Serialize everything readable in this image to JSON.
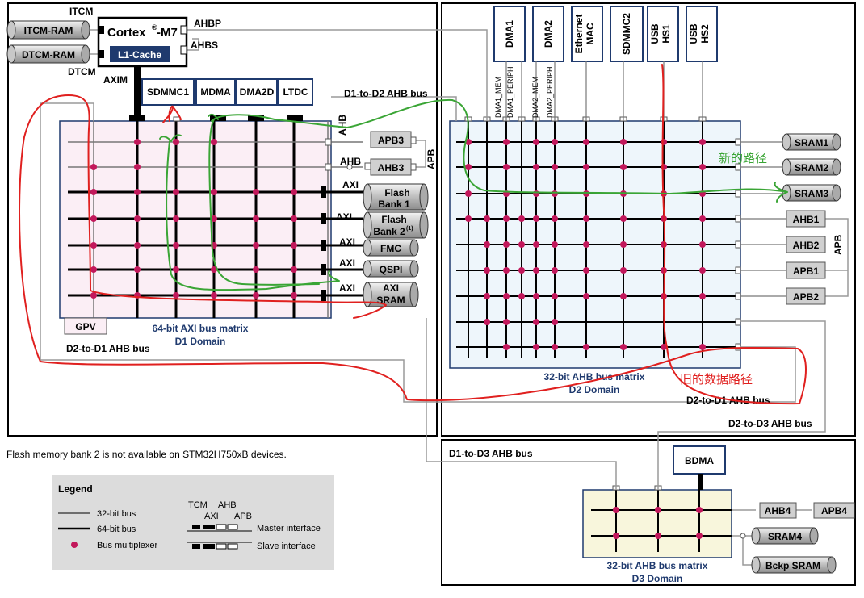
{
  "core": {
    "cpu": "Cortex",
    "cpu_sup": "®",
    "cpu_model": "-M7",
    "cache": "L1-Cache"
  },
  "core_ports": {
    "itcm": "ITCM",
    "dtcm": "DTCM",
    "axim": "AXIM",
    "ahbp": "AHBP",
    "ahbs": "AHBS"
  },
  "tcm_memories": {
    "itcm_ram": "ITCM-RAM",
    "dtcm_ram": "DTCM-RAM"
  },
  "d1_masters": [
    "SDMMC1",
    "MDMA",
    "DMA2D",
    "LTDC"
  ],
  "d1_ports": {
    "ahb_v": "AHB",
    "ahb": "AHB",
    "axi": "AXI",
    "apb_v": "APB"
  },
  "d1_slaves": {
    "apb3": "APB3",
    "ahb3": "AHB3",
    "flash1_a": "Flash",
    "flash1_b": "Bank 1",
    "flash2_a": "Flash",
    "flash2_b": "Bank 2",
    "flash2_note": "(1)",
    "fmc": "FMC",
    "qspi": "QSPI",
    "axi_sram_a": "AXI",
    "axi_sram_b": "SRAM"
  },
  "d1_matrix": {
    "gpv": "GPV",
    "title": "64-bit AXI bus matrix",
    "domain": "D1 Domain"
  },
  "d2_masters": [
    {
      "l1": "DMA1",
      "l2": ""
    },
    {
      "l1": "DMA2",
      "l2": ""
    },
    {
      "l1": "Ethernet",
      "l2": "MAC"
    },
    {
      "l1": "SDMMC2",
      "l2": ""
    },
    {
      "l1": "USB",
      "l2": "HS1"
    },
    {
      "l1": "USB",
      "l2": "HS2"
    }
  ],
  "d2_master_ports": [
    "DMA1_MEM",
    "DMA1_PERIPH",
    "DMA2_MEM",
    "DMA2_PERIPH"
  ],
  "d2_slaves": [
    "SRAM1",
    "SRAM2",
    "SRAM3",
    "AHB1",
    "AHB2",
    "APB1",
    "APB2"
  ],
  "d2_apb_v": "APB",
  "d2_matrix": {
    "title": "32-bit AHB bus matrix",
    "domain": "D2 Domain"
  },
  "d3": {
    "master": "BDMA",
    "ahb4": "AHB4",
    "apb4": "APB4",
    "sram4": "SRAM4",
    "bckp": "Bckp SRAM",
    "title": "32-bit AHB bus matrix",
    "domain": "D3 Domain"
  },
  "buses": {
    "d1_to_d2": "D1-to-D2 AHB bus",
    "d2_to_d1_left": "D2-to-D1 AHB bus",
    "d2_to_d1_right": "D2-to-D1 AHB bus",
    "d2_to_d3": "D2-to-D3 AHB bus",
    "d1_to_d3": "D1-to-D3 AHB bus"
  },
  "footnote": "Flash memory bank 2 is not available on STM32H750xB devices.",
  "legend": {
    "title": "Legend",
    "bus32": "32-bit bus",
    "bus64": "64-bit bus",
    "mux": "Bus multiplexer",
    "tcm": "TCM",
    "ahb": "AHB",
    "axi": "AXI",
    "apb": "APB",
    "master": "Master interface",
    "slave": "Slave interface"
  },
  "annotations": {
    "new_path": "新的路径",
    "old_path": "旧的数据路径"
  },
  "colors": {
    "d1_fill": "#fbeef5",
    "d2_fill": "#eef6fb",
    "d3_fill": "#f8f6dc",
    "navy": "#1f3a6e",
    "grey_slave": "#d0d0d0",
    "mux": "#c2185b",
    "old_path": "#e0201f",
    "new_path": "#3aa535"
  }
}
